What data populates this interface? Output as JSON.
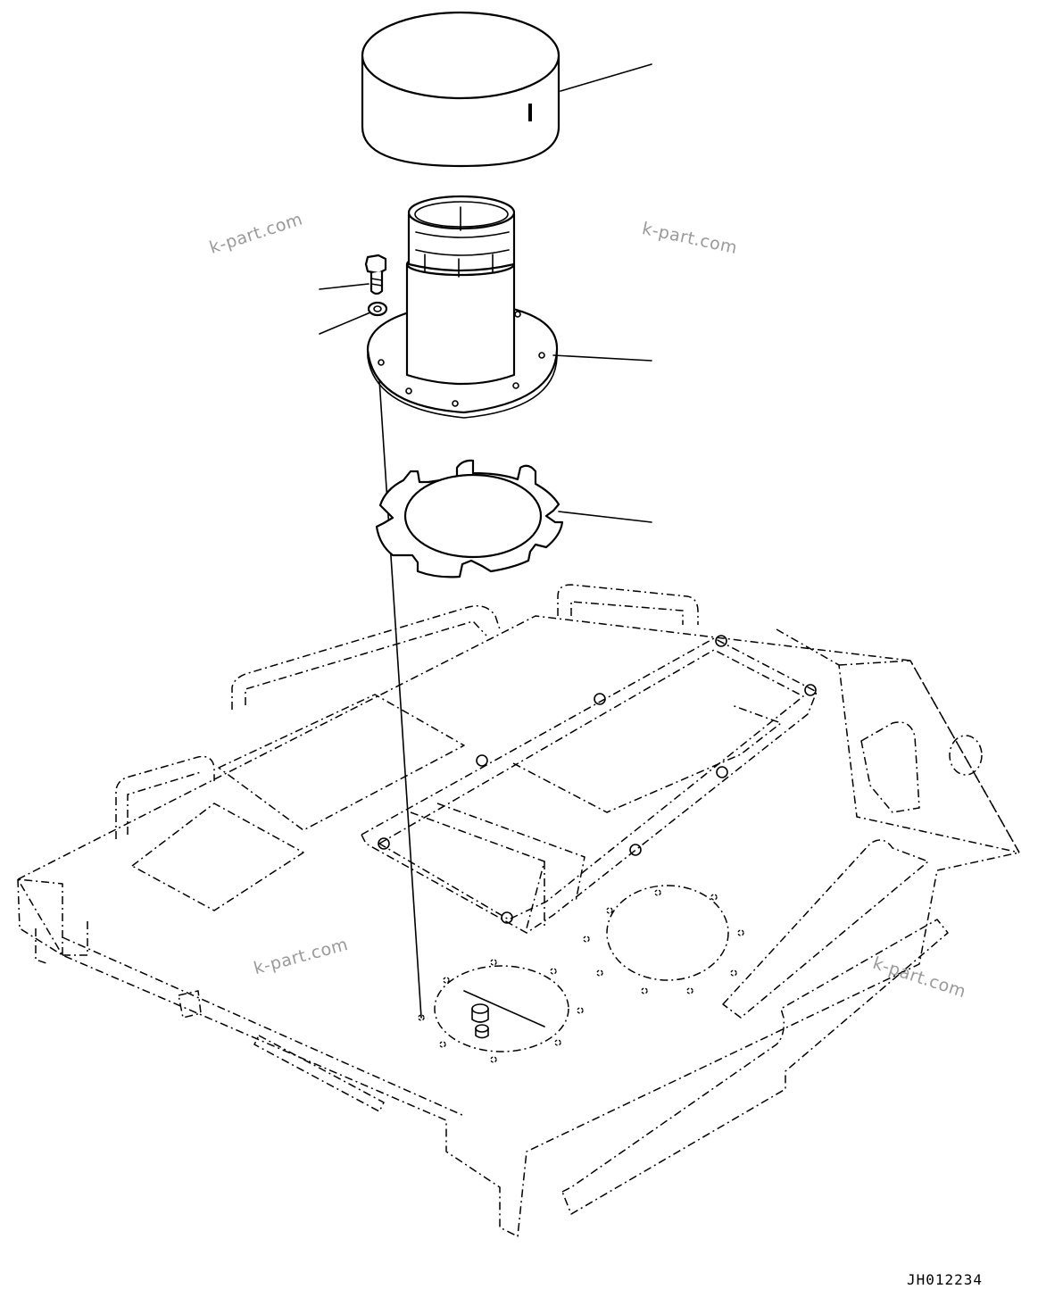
{
  "watermarks": [
    "k-part.com",
    "k-part.com",
    "k-part.com",
    "k-part.com"
  ],
  "drawing_code": "JH012234",
  "parts": [
    "cap",
    "intake-pipe-flange",
    "bolt",
    "washer",
    "gasket",
    "frame-cover-plate"
  ]
}
